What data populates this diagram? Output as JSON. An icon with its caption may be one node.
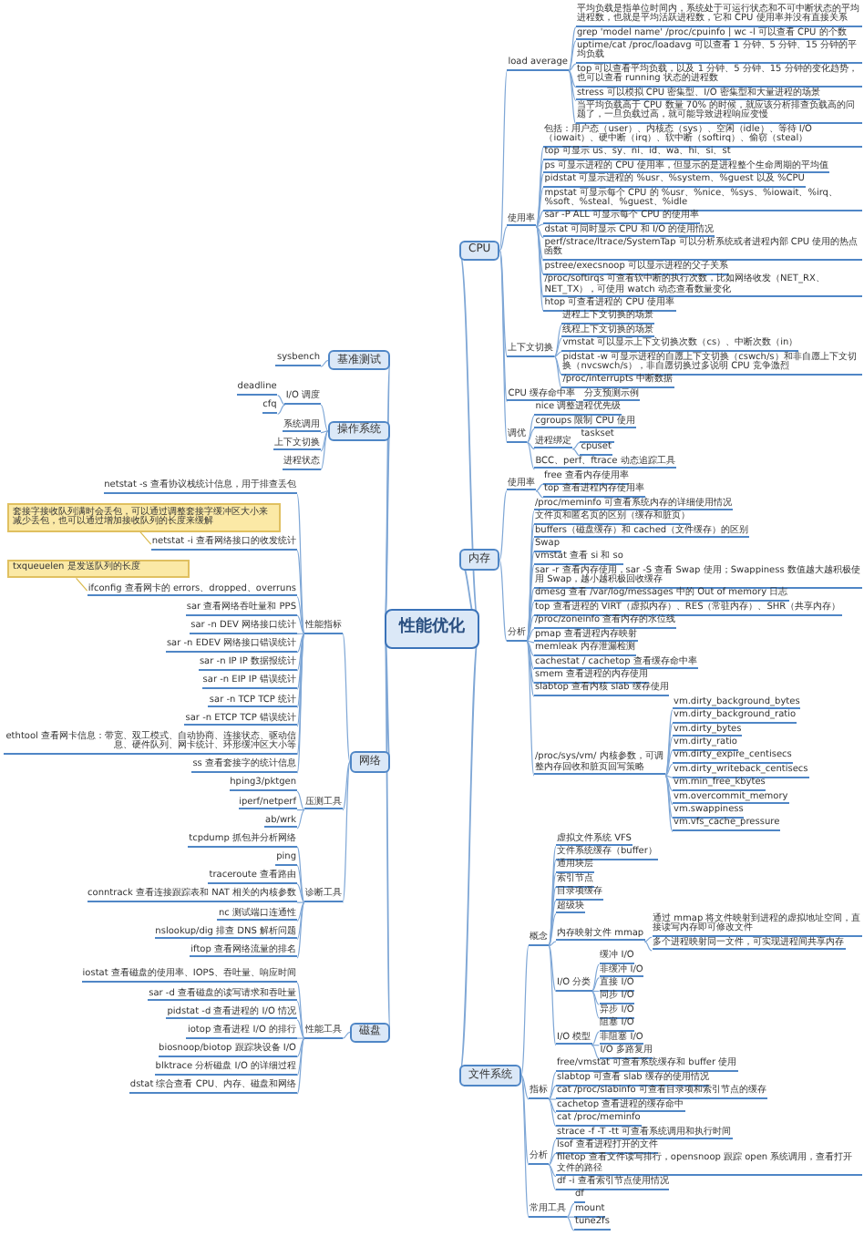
{
  "diagram": {
    "nodes": [
      {
        "text": [
          "性能优化"
        ]
      },
      {
        "text": [
          "CPU"
        ]
      },
      {
        "text": [
          "load average"
        ]
      },
      {
        "text": [
          "平均负载是指单位时间内，系统处于可运行状态和不可中断状态的平均进程数，也就是平均活跃进程数，它和 CPU 使用率并没有直接关系"
        ]
      },
      {
        "text": [
          "grep 'model name' /proc/cpuinfo | wc -l 可以查看 CPU 的个数"
        ]
      },
      {
        "text": [
          "uptime/cat /proc/loadavg 可以查看 1 分钟、5 分钟、15 分钟的平均负载"
        ]
      },
      {
        "text": [
          "top 可以查看平均负载，以及 1 分钟、5 分钟、15 分钟的变化趋势，也可以查看 running 状态的进程数"
        ]
      },
      {
        "text": [
          "stress 可以模拟 CPU 密集型、I/O 密集型和大量进程的场景"
        ]
      },
      {
        "text": [
          "当平均负载高于 CPU 数量 70% 的时候，就应该分析排查负载高的问题了，一旦负载过高，就可能导致进程响应变慢"
        ]
      },
      {
        "text": [
          "使用率"
        ]
      },
      {
        "text": [
          "包括：用户态（user）、内核态（sys）、空闲（idle）、等待 I/O（iowait）、硬中断（irq）、软中断（softirq）、偷窃（steal）"
        ]
      },
      {
        "text": [
          "top 可显示 us、sy、ni、id、wa、hi、si、st"
        ]
      },
      {
        "text": [
          "ps 可显示进程的 CPU 使用率，但显示的是进程整个生命周期的平均值"
        ]
      },
      {
        "text": [
          "pidstat 可显示进程的 %usr、%system、%guest 以及 %CPU"
        ]
      },
      {
        "text": [
          "mpstat 可显示每个 CPU 的 %usr、%nice、%sys、%iowait、%irq、%soft、%steal、%guest、%idle"
        ]
      },
      {
        "text": [
          "sar -P ALL 可显示每个 CPU 的使用率"
        ]
      },
      {
        "text": [
          "dstat 可同时显示 CPU 和 I/O 的使用情况"
        ]
      },
      {
        "text": [
          "perf/strace/ltrace/SystemTap 可以分析系统或者进程内部 CPU 使用的热点函数"
        ]
      },
      {
        "text": [
          "pstree/execsnoop 可以显示进程的父子关系"
        ]
      },
      {
        "text": [
          "/proc/softirqs 可查看软中断的执行次数，比如网络收发（NET_RX、NET_TX），可使用 watch 动态查看数量变化"
        ]
      },
      {
        "text": [
          "htop 可查看进程的 CPU 使用率"
        ]
      },
      {
        "text": [
          "上下文切换"
        ]
      },
      {
        "text": [
          "进程上下文切换的场景"
        ]
      },
      {
        "text": [
          "线程上下文切换的场景"
        ]
      },
      {
        "text": [
          "vmstat 可以显示上下文切换次数（cs）、中断次数（in）"
        ]
      },
      {
        "text": [
          "pidstat -w 可显示进程的自愿上下文切换（cswch/s）和非自愿上下文切换（nvcswch/s），非自愿切换过多说明 CPU 竞争激烈"
        ]
      },
      {
        "text": [
          "/proc/interrupts 中断数据"
        ]
      },
      {
        "text": [
          "CPU 缓存命中率"
        ]
      },
      {
        "text": [
          "分支预测示例"
        ]
      },
      {
        "text": [
          "调优"
        ]
      },
      {
        "text": [
          "nice 调整进程优先级"
        ]
      },
      {
        "text": [
          "cgroups 限制 CPU 使用"
        ]
      },
      {
        "text": [
          "进程绑定"
        ]
      },
      {
        "text": [
          "taskset"
        ]
      },
      {
        "text": [
          "cpuset"
        ]
      },
      {
        "text": [
          "BCC、perf、ftrace 动态追踪工具"
        ]
      },
      {
        "text": [
          "内存"
        ]
      },
      {
        "text": [
          "使用率"
        ]
      },
      {
        "text": [
          "free 查看内存使用率"
        ]
      },
      {
        "text": [
          "top 查看进程内存使用率"
        ]
      },
      {
        "text": [
          "分析"
        ]
      },
      {
        "text": [
          "/proc/meminfo 可查看系统内存的详细使用情况"
        ]
      },
      {
        "text": [
          "文件页和匿名页的区别（缓存和脏页）"
        ]
      },
      {
        "text": [
          "buffers（磁盘缓存）和 cached（文件缓存）的区别"
        ]
      },
      {
        "text": [
          "Swap"
        ]
      },
      {
        "text": [
          "vmstat 查看 si 和 so"
        ]
      },
      {
        "text": [
          "sar -r 查看内存使用，sar -S 查看 Swap 使用；Swappiness 数值越大越积极使用 Swap，越小越积极回收缓存"
        ]
      },
      {
        "text": [
          "dmesg 查看 /var/log/messages 中的 Out of memory 日志"
        ]
      },
      {
        "text": [
          "top 查看进程的 VIRT（虚拟内存）、RES（常驻内存）、SHR（共享内存）"
        ]
      },
      {
        "text": [
          "/proc/zoneinfo 查看内存的水位线"
        ]
      },
      {
        "text": [
          "pmap 查看进程内存映射"
        ]
      },
      {
        "text": [
          "memleak 内存泄漏检测"
        ]
      },
      {
        "text": [
          "cachestat / cachetop 查看缓存命中率"
        ]
      },
      {
        "text": [
          "smem 查看进程的内存使用"
        ]
      },
      {
        "text": [
          "slabtop 查看内核 slab 缓存使用"
        ]
      },
      {
        "text": [
          "/proc/sys/vm/ 内核参数，可调整内存回收和脏页回写策略"
        ]
      },
      {
        "text": [
          "vm.dirty_background_bytes"
        ]
      },
      {
        "text": [
          "vm.dirty_background_ratio"
        ]
      },
      {
        "text": [
          "vm.dirty_bytes"
        ]
      },
      {
        "text": [
          "vm.dirty_ratio"
        ]
      },
      {
        "text": [
          "vm.dirty_expire_centisecs"
        ]
      },
      {
        "text": [
          "vm.dirty_writeback_centisecs"
        ]
      },
      {
        "text": [
          "vm.min_free_kbytes"
        ]
      },
      {
        "text": [
          "vm.overcommit_memory"
        ]
      },
      {
        "text": [
          "vm.swappiness"
        ]
      },
      {
        "text": [
          "vm.vfs_cache_pressure"
        ]
      },
      {
        "text": [
          "文件系统"
        ]
      },
      {
        "text": [
          "概念"
        ]
      },
      {
        "text": [
          "虚拟文件系统 VFS"
        ]
      },
      {
        "text": [
          "文件系统缓存（buffer）"
        ]
      },
      {
        "text": [
          "通用块层"
        ]
      },
      {
        "text": [
          "索引节点"
        ]
      },
      {
        "text": [
          "目录项缓存"
        ]
      },
      {
        "text": [
          "超级块"
        ]
      },
      {
        "text": [
          "内存映射文件 mmap"
        ]
      },
      {
        "text": [
          "通过 mmap 将文件映射到进程的虚拟地址空间，直接读写内存即可修改文件"
        ]
      },
      {
        "text": [
          "多个进程映射同一文件，可实现进程间共享内存"
        ]
      },
      {
        "text": [
          "I/O 分类"
        ]
      },
      {
        "text": [
          "缓冲 I/O"
        ]
      },
      {
        "text": [
          "非缓冲 I/O"
        ]
      },
      {
        "text": [
          "直接 I/O"
        ]
      },
      {
        "text": [
          "同步 I/O"
        ]
      },
      {
        "text": [
          "异步 I/O"
        ]
      },
      {
        "text": [
          "I/O 模型"
        ]
      },
      {
        "text": [
          "阻塞 I/O"
        ]
      },
      {
        "text": [
          "非阻塞 I/O"
        ]
      },
      {
        "text": [
          "I/O 多路复用"
        ]
      },
      {
        "text": [
          "指标"
        ]
      },
      {
        "text": [
          "free/vmstat 可查看系统缓存和 buffer 使用"
        ]
      },
      {
        "text": [
          "slabtop 可查看 slab 缓存的使用情况"
        ]
      },
      {
        "text": [
          "cat /proc/slabinfo 可查看目录项和索引节点的缓存"
        ]
      },
      {
        "text": [
          "cachetop 查看进程的缓存命中"
        ]
      },
      {
        "text": [
          "cat /proc/meminfo"
        ]
      },
      {
        "text": [
          "分析"
        ]
      },
      {
        "text": [
          "strace -f -T -tt 可查看系统调用和执行时间"
        ]
      },
      {
        "text": [
          "lsof 查看进程打开的文件"
        ]
      },
      {
        "text": [
          "filetop 查看文件读写排行，opensnoop 跟踪 open 系统调用，查看打开文件的路径"
        ]
      },
      {
        "text": [
          "df -i 查看索引节点使用情况"
        ]
      },
      {
        "text": [
          "常用工具"
        ]
      },
      {
        "text": [
          "df"
        ]
      },
      {
        "text": [
          "mount"
        ]
      },
      {
        "text": [
          "tune2fs"
        ]
      },
      {
        "text": [
          "磁盘"
        ]
      },
      {
        "text": [
          "性能工具"
        ]
      },
      {
        "text": [
          "iostat 查看磁盘的使用率、IOPS、吞吐量、响应时间"
        ]
      },
      {
        "text": [
          "sar -d 查看磁盘的读写请求和吞吐量"
        ]
      },
      {
        "text": [
          "pidstat -d 查看进程的 I/O 情况"
        ]
      },
      {
        "text": [
          "iotop 查看进程 I/O 的排行"
        ]
      },
      {
        "text": [
          "biosnoop/biotop 跟踪块设备 I/O"
        ]
      },
      {
        "text": [
          "blktrace 分析磁盘 I/O 的详细过程"
        ]
      },
      {
        "text": [
          "dstat 综合查看 CPU、内存、磁盘和网络"
        ]
      },
      {
        "text": [
          "网络"
        ]
      },
      {
        "text": [
          "性能指标"
        ]
      },
      {
        "text": [
          "netstat -s 查看协议栈统计信息，用于排查丢包"
        ]
      },
      {
        "text": [
          "netstat -i 查看网络接口的收发统计"
        ]
      },
      {
        "text": [
          "ifconfig 查看网卡的 errors、dropped、overruns"
        ]
      },
      {
        "text": [
          "sar 查看网络吞吐量和 PPS"
        ]
      },
      {
        "text": [
          "sar -n DEV 网络接口统计"
        ]
      },
      {
        "text": [
          "sar -n EDEV 网络接口错误统计"
        ]
      },
      {
        "text": [
          "sar -n IP IP 数据报统计"
        ]
      },
      {
        "text": [
          "sar -n EIP IP 错误统计"
        ]
      },
      {
        "text": [
          "sar -n TCP TCP 统计"
        ]
      },
      {
        "text": [
          "sar -n ETCP TCP 错误统计"
        ]
      },
      {
        "text": [
          "ethtool 查看网卡信息：带宽、双工模式、自动协商、连接状态、驱动信息、硬件队列、网卡统计、环形缓冲区大小等"
        ]
      },
      {
        "text": [
          "ss 查看套接字的统计信息"
        ]
      },
      {
        "text": [
          "压测工具"
        ]
      },
      {
        "text": [
          "hping3/pktgen"
        ]
      },
      {
        "text": [
          "iperf/netperf"
        ]
      },
      {
        "text": [
          "ab/wrk"
        ]
      },
      {
        "text": [
          "诊断工具"
        ]
      },
      {
        "text": [
          "tcpdump 抓包并分析网络"
        ]
      },
      {
        "text": [
          "ping"
        ]
      },
      {
        "text": [
          "traceroute 查看路由"
        ]
      },
      {
        "text": [
          "conntrack 查看连接跟踪表和 NAT 相关的内核参数"
        ]
      },
      {
        "text": [
          "nc 测试端口连通性"
        ]
      },
      {
        "text": [
          "nslookup/dig 排查 DNS 解析问题"
        ]
      },
      {
        "text": [
          "iftop 查看网络流量的排名"
        ]
      },
      {
        "text": [
          "套接字接收队列满时会丢包，可以通过调整套接字缓冲区大小来减少丢包，也可以通过增加接收队列的长度来缓解"
        ]
      },
      {
        "text": [
          "txqueuelen 是发送队列的长度"
        ]
      },
      {
        "text": [
          "操作系统"
        ]
      },
      {
        "text": [
          "I/O 调度"
        ]
      },
      {
        "text": [
          "deadline"
        ]
      },
      {
        "text": [
          "cfq"
        ]
      },
      {
        "text": [
          "系统调用"
        ]
      },
      {
        "text": [
          "上下文切换"
        ]
      },
      {
        "text": [
          "进程状态"
        ]
      },
      {
        "text": [
          "基准测试"
        ]
      },
      {
        "text": [
          "sysbench"
        ]
      }
    ],
    "edges": [
      {
        "from": 0,
        "to": 1,
        "arrow": "none"
      },
      {
        "from": 1,
        "to": 2,
        "arrow": "none"
      },
      {
        "from": 2,
        "to": 3,
        "arrow": "none"
      },
      {
        "from": 2,
        "to": 4,
        "arrow": "none"
      },
      {
        "from": 2,
        "to": 5,
        "arrow": "none"
      },
      {
        "from": 2,
        "to": 6,
        "arrow": "none"
      },
      {
        "from": 2,
        "to": 7,
        "arrow": "none"
      },
      {
        "from": 2,
        "to": 8,
        "arrow": "none"
      },
      {
        "from": 1,
        "to": 9,
        "arrow": "none"
      },
      {
        "from": 9,
        "to": 10,
        "arrow": "none"
      },
      {
        "from": 9,
        "to": 11,
        "arrow": "none"
      },
      {
        "from": 9,
        "to": 12,
        "arrow": "none"
      },
      {
        "from": 9,
        "to": 13,
        "arrow": "none"
      },
      {
        "from": 9,
        "to": 14,
        "arrow": "none"
      },
      {
        "from": 9,
        "to": 15,
        "arrow": "none"
      },
      {
        "from": 9,
        "to": 16,
        "arrow": "none"
      },
      {
        "from": 9,
        "to": 17,
        "arrow": "none"
      },
      {
        "from": 9,
        "to": 18,
        "arrow": "none"
      },
      {
        "from": 9,
        "to": 19,
        "arrow": "none"
      },
      {
        "from": 9,
        "to": 20,
        "arrow": "none"
      },
      {
        "from": 1,
        "to": 21,
        "arrow": "none"
      },
      {
        "from": 21,
        "to": 22,
        "arrow": "none"
      },
      {
        "from": 21,
        "to": 23,
        "arrow": "none"
      },
      {
        "from": 21,
        "to": 24,
        "arrow": "none"
      },
      {
        "from": 21,
        "to": 25,
        "arrow": "none"
      },
      {
        "from": 21,
        "to": 26,
        "arrow": "none"
      },
      {
        "from": 1,
        "to": 27,
        "arrow": "none"
      },
      {
        "from": 27,
        "to": 28,
        "arrow": "none"
      },
      {
        "from": 1,
        "to": 29,
        "arrow": "none"
      },
      {
        "from": 29,
        "to": 30,
        "arrow": "none"
      },
      {
        "from": 29,
        "to": 31,
        "arrow": "none"
      },
      {
        "from": 29,
        "to": 32,
        "arrow": "none"
      },
      {
        "from": 32,
        "to": 33,
        "arrow": "none"
      },
      {
        "from": 32,
        "to": 34,
        "arrow": "none"
      },
      {
        "from": 29,
        "to": 35,
        "arrow": "none"
      },
      {
        "from": 0,
        "to": 36,
        "arrow": "none"
      },
      {
        "from": 36,
        "to": 37,
        "arrow": "none"
      },
      {
        "from": 37,
        "to": 38,
        "arrow": "none"
      },
      {
        "from": 37,
        "to": 39,
        "arrow": "none"
      },
      {
        "from": 36,
        "to": 40,
        "arrow": "none"
      },
      {
        "from": 40,
        "to": 41,
        "arrow": "none"
      },
      {
        "from": 40,
        "to": 42,
        "arrow": "none"
      },
      {
        "from": 40,
        "to": 43,
        "arrow": "none"
      },
      {
        "from": 40,
        "to": 44,
        "arrow": "none"
      },
      {
        "from": 40,
        "to": 45,
        "arrow": "none"
      },
      {
        "from": 40,
        "to": 46,
        "arrow": "none"
      },
      {
        "from": 40,
        "to": 47,
        "arrow": "none"
      },
      {
        "from": 40,
        "to": 48,
        "arrow": "none"
      },
      {
        "from": 40,
        "to": 49,
        "arrow": "none"
      },
      {
        "from": 40,
        "to": 50,
        "arrow": "none"
      },
      {
        "from": 40,
        "to": 51,
        "arrow": "none"
      },
      {
        "from": 40,
        "to": 52,
        "arrow": "none"
      },
      {
        "from": 40,
        "to": 53,
        "arrow": "none"
      },
      {
        "from": 40,
        "to": 54,
        "arrow": "none"
      },
      {
        "from": 40,
        "to": 55,
        "arrow": "none"
      },
      {
        "from": 55,
        "to": 56,
        "arrow": "none"
      },
      {
        "from": 55,
        "to": 57,
        "arrow": "none"
      },
      {
        "from": 55,
        "to": 58,
        "arrow": "none"
      },
      {
        "from": 55,
        "to": 59,
        "arrow": "none"
      },
      {
        "from": 55,
        "to": 60,
        "arrow": "none"
      },
      {
        "from": 55,
        "to": 61,
        "arrow": "none"
      },
      {
        "from": 55,
        "to": 62,
        "arrow": "none"
      },
      {
        "from": 55,
        "to": 63,
        "arrow": "none"
      },
      {
        "from": 55,
        "to": 64,
        "arrow": "none"
      },
      {
        "from": 55,
        "to": 65,
        "arrow": "none"
      },
      {
        "from": 0,
        "to": 66,
        "arrow": "none"
      },
      {
        "from": 66,
        "to": 67,
        "arrow": "none"
      },
      {
        "from": 67,
        "to": 68,
        "arrow": "none"
      },
      {
        "from": 67,
        "to": 69,
        "arrow": "none"
      },
      {
        "from": 67,
        "to": 70,
        "arrow": "none"
      },
      {
        "from": 67,
        "to": 71,
        "arrow": "none"
      },
      {
        "from": 67,
        "to": 72,
        "arrow": "none"
      },
      {
        "from": 67,
        "to": 73,
        "arrow": "none"
      },
      {
        "from": 67,
        "to": 74,
        "arrow": "none"
      },
      {
        "from": 74,
        "to": 75,
        "arrow": "none"
      },
      {
        "from": 74,
        "to": 76,
        "arrow": "none"
      },
      {
        "from": 67,
        "to": 77,
        "arrow": "none"
      },
      {
        "from": 77,
        "to": 78,
        "arrow": "none"
      },
      {
        "from": 77,
        "to": 79,
        "arrow": "none"
      },
      {
        "from": 77,
        "to": 80,
        "arrow": "none"
      },
      {
        "from": 77,
        "to": 81,
        "arrow": "none"
      },
      {
        "from": 77,
        "to": 82,
        "arrow": "none"
      },
      {
        "from": 67,
        "to": 83,
        "arrow": "none"
      },
      {
        "from": 83,
        "to": 84,
        "arrow": "none"
      },
      {
        "from": 83,
        "to": 85,
        "arrow": "none"
      },
      {
        "from": 83,
        "to": 86,
        "arrow": "none"
      },
      {
        "from": 66,
        "to": 87,
        "arrow": "none"
      },
      {
        "from": 87,
        "to": 88,
        "arrow": "none"
      },
      {
        "from": 87,
        "to": 89,
        "arrow": "none"
      },
      {
        "from": 87,
        "to": 90,
        "arrow": "none"
      },
      {
        "from": 87,
        "to": 91,
        "arrow": "none"
      },
      {
        "from": 87,
        "to": 92,
        "arrow": "none"
      },
      {
        "from": 66,
        "to": 93,
        "arrow": "none"
      },
      {
        "from": 93,
        "to": 94,
        "arrow": "none"
      },
      {
        "from": 93,
        "to": 95,
        "arrow": "none"
      },
      {
        "from": 93,
        "to": 96,
        "arrow": "none"
      },
      {
        "from": 93,
        "to": 97,
        "arrow": "none"
      },
      {
        "from": 66,
        "to": 98,
        "arrow": "none"
      },
      {
        "from": 98,
        "to": 99,
        "arrow": "none"
      },
      {
        "from": 98,
        "to": 100,
        "arrow": "none"
      },
      {
        "from": 98,
        "to": 101,
        "arrow": "none"
      },
      {
        "from": 0,
        "to": 102,
        "arrow": "none"
      },
      {
        "from": 102,
        "to": 103,
        "arrow": "none"
      },
      {
        "from": 103,
        "to": 104,
        "arrow": "none"
      },
      {
        "from": 103,
        "to": 105,
        "arrow": "none"
      },
      {
        "from": 103,
        "to": 106,
        "arrow": "none"
      },
      {
        "from": 103,
        "to": 107,
        "arrow": "none"
      },
      {
        "from": 103,
        "to": 108,
        "arrow": "none"
      },
      {
        "from": 103,
        "to": 109,
        "arrow": "none"
      },
      {
        "from": 103,
        "to": 110,
        "arrow": "none"
      },
      {
        "from": 0,
        "to": 111,
        "arrow": "none"
      },
      {
        "from": 111,
        "to": 112,
        "arrow": "none"
      },
      {
        "from": 112,
        "to": 113,
        "arrow": "none"
      },
      {
        "from": 112,
        "to": 114,
        "arrow": "none"
      },
      {
        "from": 112,
        "to": 115,
        "arrow": "none"
      },
      {
        "from": 112,
        "to": 116,
        "arrow": "none"
      },
      {
        "from": 112,
        "to": 117,
        "arrow": "none"
      },
      {
        "from": 112,
        "to": 118,
        "arrow": "none"
      },
      {
        "from": 112,
        "to": 119,
        "arrow": "none"
      },
      {
        "from": 112,
        "to": 120,
        "arrow": "none"
      },
      {
        "from": 112,
        "to": 121,
        "arrow": "none"
      },
      {
        "from": 112,
        "to": 122,
        "arrow": "none"
      },
      {
        "from": 112,
        "to": 123,
        "arrow": "none"
      },
      {
        "from": 112,
        "to": 124,
        "arrow": "none"
      },
      {
        "from": 111,
        "to": 125,
        "arrow": "none"
      },
      {
        "from": 125,
        "to": 126,
        "arrow": "none"
      },
      {
        "from": 125,
        "to": 127,
        "arrow": "none"
      },
      {
        "from": 125,
        "to": 128,
        "arrow": "none"
      },
      {
        "from": 111,
        "to": 129,
        "arrow": "none"
      },
      {
        "from": 129,
        "to": 130,
        "arrow": "none"
      },
      {
        "from": 129,
        "to": 131,
        "arrow": "none"
      },
      {
        "from": 129,
        "to": 132,
        "arrow": "none"
      },
      {
        "from": 129,
        "to": 133,
        "arrow": "none"
      },
      {
        "from": 129,
        "to": 134,
        "arrow": "none"
      },
      {
        "from": 129,
        "to": 135,
        "arrow": "none"
      },
      {
        "from": 129,
        "to": 136,
        "arrow": "none"
      },
      {
        "from": 137,
        "to": 114,
        "arrow": "none",
        "color": "#d9b84a"
      },
      {
        "from": 138,
        "to": 115,
        "arrow": "none",
        "color": "#d9b84a"
      },
      {
        "from": 0,
        "to": 139,
        "arrow": "none"
      },
      {
        "from": 139,
        "to": 140,
        "arrow": "none"
      },
      {
        "from": 140,
        "to": 141,
        "arrow": "none"
      },
      {
        "from": 140,
        "to": 142,
        "arrow": "none"
      },
      {
        "from": 139,
        "to": 143,
        "arrow": "none"
      },
      {
        "from": 139,
        "to": 144,
        "arrow": "none"
      },
      {
        "from": 139,
        "to": 145,
        "arrow": "none"
      },
      {
        "from": 0,
        "to": 146,
        "arrow": "none"
      },
      {
        "from": 146,
        "to": 147,
        "arrow": "none"
      }
    ]
  }
}
